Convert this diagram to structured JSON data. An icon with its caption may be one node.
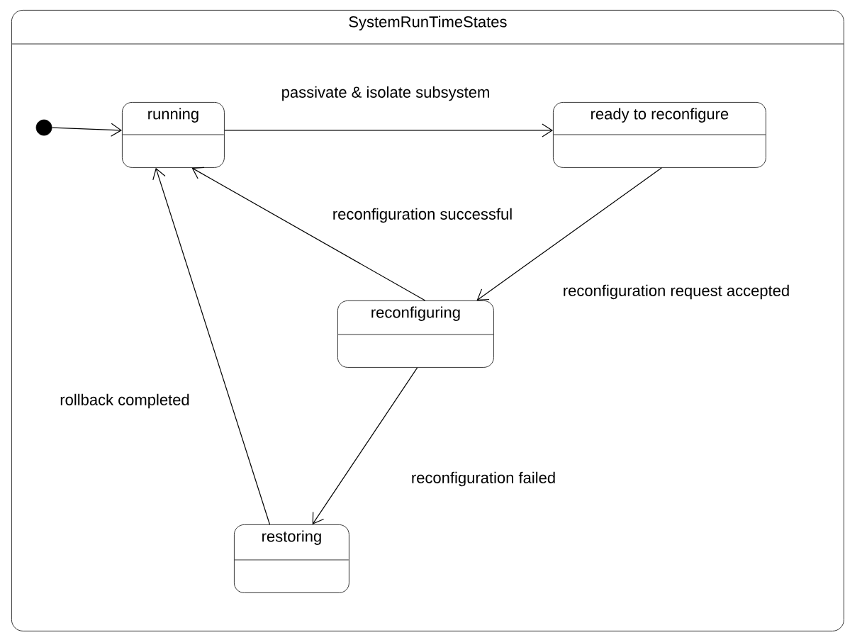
{
  "diagram": {
    "nodes": [
      {
        "text": [
          "SystemRunTimeStates"
        ]
      },
      {
        "text": [],
        "shape": "circle",
        "in": 0
      },
      {
        "text": [
          "running"
        ],
        "in": 0
      },
      {
        "text": [
          "ready to reconfigure"
        ],
        "in": 0
      },
      {
        "text": [
          "reconfiguring"
        ],
        "in": 0
      },
      {
        "text": [
          "restoring"
        ],
        "in": 0
      }
    ],
    "edges": [
      {
        "from": 1,
        "to": 2,
        "arrow": "to"
      },
      {
        "from": 2,
        "to": 3,
        "arrow": "to",
        "label": "passivate & isolate subsystem"
      },
      {
        "from": 3,
        "to": 4,
        "arrow": "to",
        "label": "reconfiguration request accepted"
      },
      {
        "from": 4,
        "to": 2,
        "arrow": "to",
        "label": "reconfiguration successful"
      },
      {
        "from": 4,
        "to": 5,
        "arrow": "to",
        "label": "reconfiguration failed"
      },
      {
        "from": 5,
        "to": 2,
        "arrow": "to",
        "label": "rollback completed"
      }
    ]
  }
}
